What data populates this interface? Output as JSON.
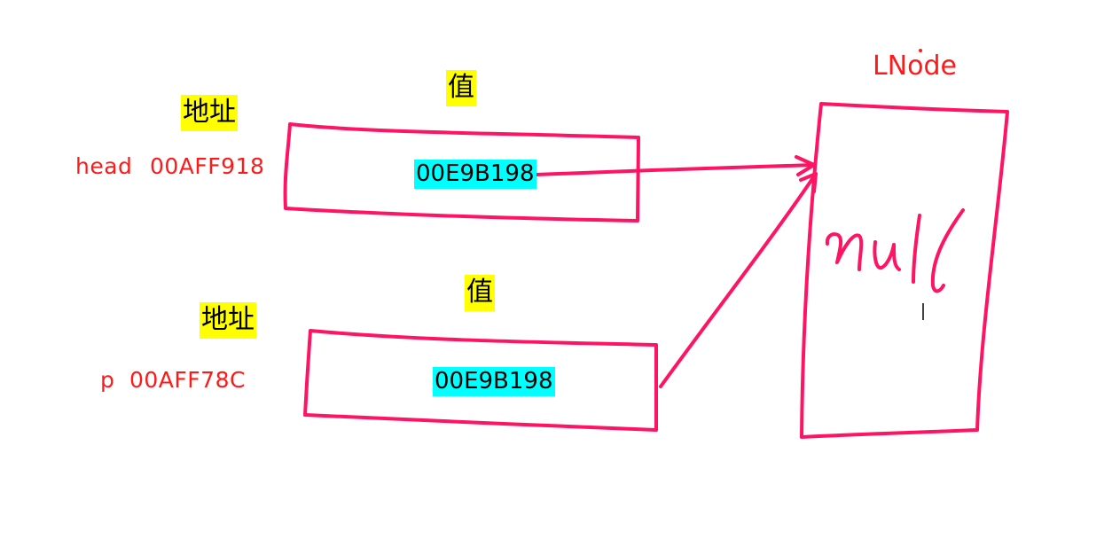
{
  "node_title": "LNode",
  "node_content": "null",
  "head": {
    "addr_header": "地址",
    "value_header": "值",
    "var_name": "head",
    "address": "00AFF918",
    "value": "00E9B198"
  },
  "p": {
    "addr_header": "地址",
    "value_header": "值",
    "var_name": "p",
    "address": "00AFF78C",
    "value": "00E9B198"
  },
  "colors": {
    "ink": "#ff1463",
    "label_red": "#ff1a1a",
    "header_highlight": "#ffff00",
    "value_highlight": "#00ffff"
  }
}
